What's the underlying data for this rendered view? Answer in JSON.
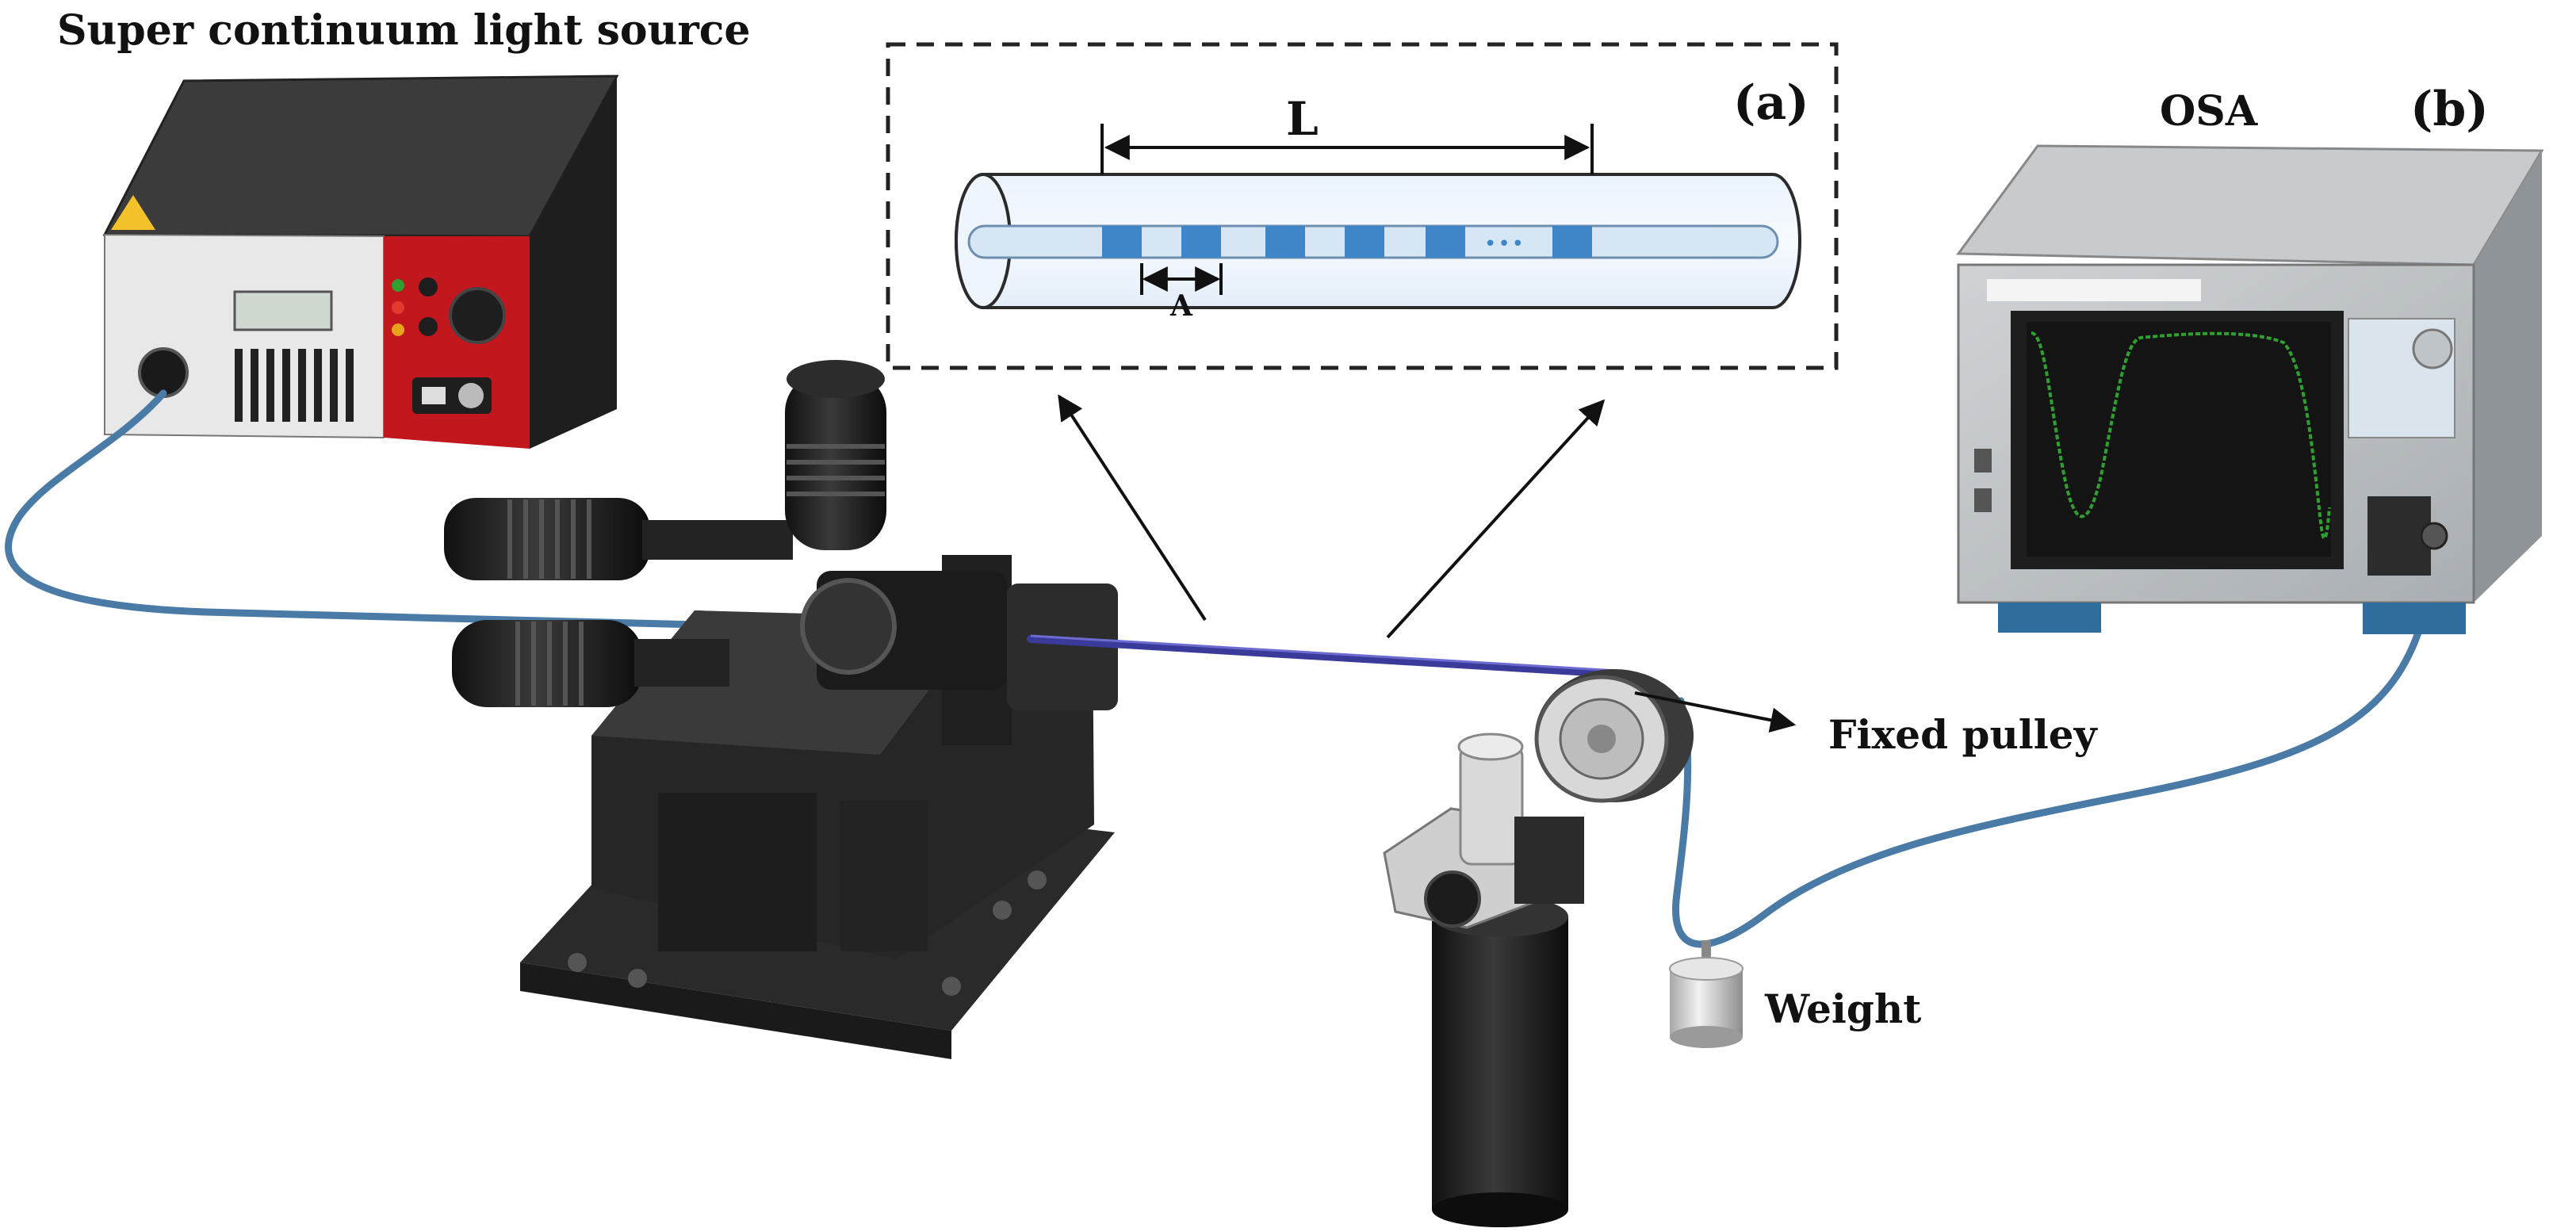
{
  "labels": {
    "light_source": "Super continuum light source",
    "osa": "OSA",
    "panel_a": "(a)",
    "panel_b": "(b)",
    "length": "L",
    "period": "Λ",
    "ellipsis": "•••",
    "pulley": "Fixed pulley",
    "weight": "Weight"
  },
  "colors": {
    "fiber_cable": "#4a7aa6",
    "grating_mark": "#3f86c9",
    "fiber_core": "#d6e6f5",
    "light_source_panel": "#c1171d",
    "osa_trace": "#2fa02f",
    "mount_dark": "#2a2a2a"
  },
  "icons": {
    "light_source": "light-source-device",
    "osa": "optical-spectrum-analyzer",
    "stage": "fiber-translation-stage",
    "pulley": "fixed-pulley-mount",
    "weight": "hanging-weight"
  }
}
